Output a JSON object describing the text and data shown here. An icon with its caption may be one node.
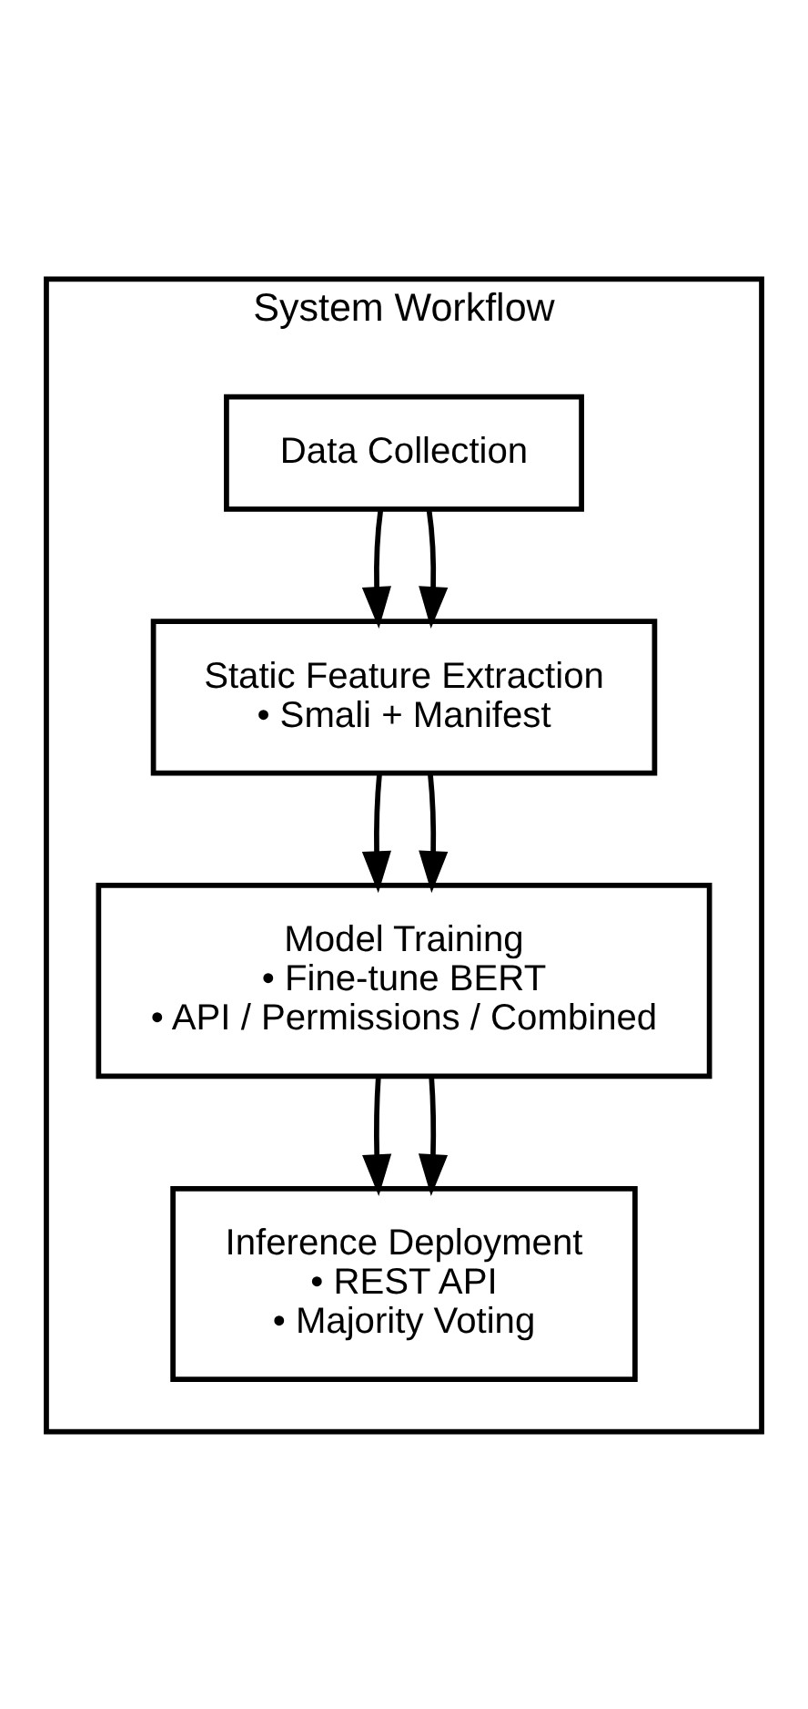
{
  "diagram": {
    "nodes": [
      {
        "text": [
          "System Workflow"
        ]
      },
      {
        "text": [
          "Data Collection"
        ],
        "in": 0
      },
      {
        "text": [
          "Static Feature Extraction",
          "• Smali + Manifest"
        ],
        "in": 0
      },
      {
        "text": [
          "Model Training",
          "• Fine-tune BERT",
          "• API / Permissions / Combined"
        ],
        "in": 0
      },
      {
        "text": [
          "Inference Deployment",
          "• REST API",
          "• Majority Voting"
        ],
        "in": 0
      }
    ],
    "edges": [
      {
        "from": 1,
        "to": 2,
        "arrow": "to"
      },
      {
        "from": 1,
        "to": 2,
        "arrow": "to"
      },
      {
        "from": 2,
        "to": 3,
        "arrow": "to"
      },
      {
        "from": 2,
        "to": 3,
        "arrow": "to"
      },
      {
        "from": 3,
        "to": 4,
        "arrow": "to"
      },
      {
        "from": 3,
        "to": 4,
        "arrow": "to"
      }
    ]
  }
}
